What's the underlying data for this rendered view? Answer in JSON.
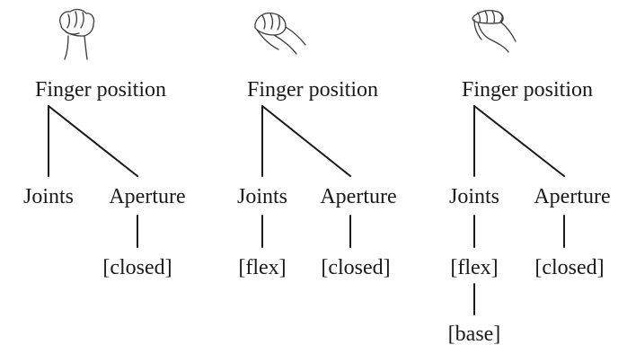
{
  "trees": [
    {
      "icon": "closed-fist-hand-icon",
      "root": "Finger position",
      "left_label": "Joints",
      "right_label": "Aperture",
      "left_children": [],
      "right_children": [
        "[closed]"
      ]
    },
    {
      "icon": "flexed-fingers-hand-icon",
      "root": "Finger position",
      "left_label": "Joints",
      "right_label": "Aperture",
      "left_children": [
        "[flex]"
      ],
      "right_children": [
        "[closed]"
      ]
    },
    {
      "icon": "base-flexed-hand-icon",
      "root": "Finger position",
      "left_label": "Joints",
      "right_label": "Aperture",
      "left_children": [
        "[flex]",
        "[base]"
      ],
      "right_children": [
        "[closed]"
      ]
    }
  ]
}
